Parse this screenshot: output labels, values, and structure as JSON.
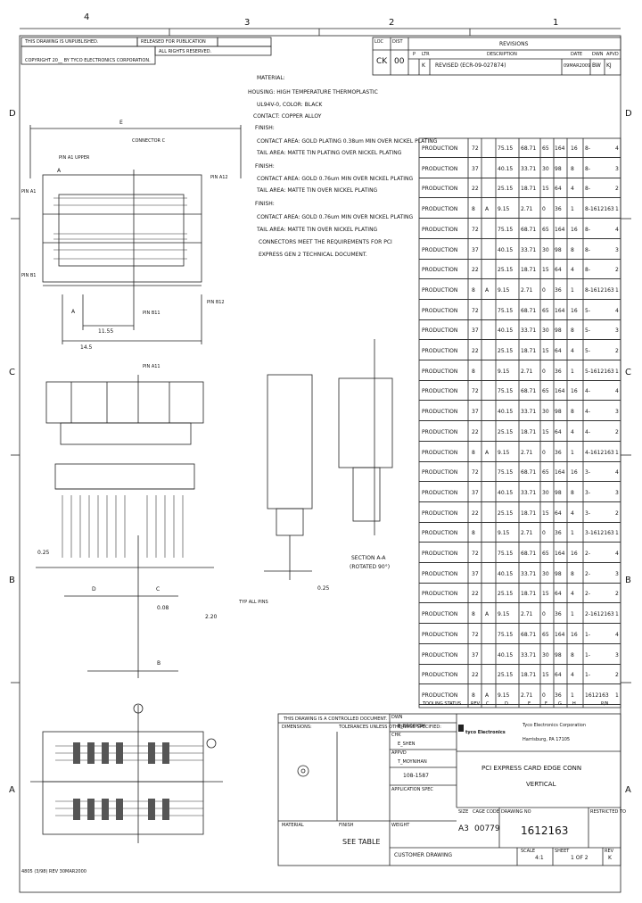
{
  "zones_top": [
    "4",
    "3",
    "2",
    "1"
  ],
  "zones_side": [
    "D",
    "C",
    "B",
    "A"
  ],
  "header": {
    "rights_text": "THIS DRAWING IS UNPUBLISHED.",
    "released_text": "RELEASED FOR PUBLICATION",
    "copyright_text": "COPYRIGHT 20__ BY TYCO ELECTRONICS CORPORATION.",
    "rights_reserved": "ALL RIGHTS RESERVED.",
    "rev_label": "REVISIONS",
    "loc": "LOC",
    "dist": "DIST",
    "loc_val": "CK",
    "dist_val": "00",
    "cols": [
      "P",
      "LTR",
      "DESCRIPTION",
      "DATE",
      "DWN",
      "APVD"
    ],
    "rev_letter": "K",
    "rev_desc": "REVISED (ECR-09-027874)",
    "rev_date": "09MAR2009",
    "rev_dwn": "BW",
    "rev_apvd": "KJ"
  },
  "notes": {
    "title": "MATERIAL:",
    "lines": [
      "HOUSING: HIGH TEMPERATURE THERMOPLASTIC",
      "UL94V-0, COLOR: BLACK",
      "CONTACT: COPPER ALLOY",
      "FINISH:",
      "CONTACT AREA: GOLD PLATING 0.38um MIN OVER NICKEL PLATING",
      "TAIL AREA: MATTE TIN PLATING OVER NICKEL PLATING",
      "FINISH:",
      "CONTACT AREA: GOLD 0.76um MIN OVER NICKEL PLATING",
      "TAIL AREA: MATTE TIN OVER NICKEL PLATING",
      "FINISH:",
      "CONTACT AREA: GOLD 0.76um MIN OVER NICKEL PLATING",
      "TAIL AREA: MATTE TIN OVER NICKEL PLATING",
      "CONNECTORS MEET THE REQUIREMENTS FOR PCI",
      "EXPRESS GEN 2 TECHNICAL DOCUMENT."
    ]
  },
  "view_labels": {
    "pin_a1_upper": "PIN A1 UPPER",
    "connector_c": "CONNECTOR C",
    "pin_a1": "PIN A1",
    "pin_b1": "PIN B1",
    "pin_b11": "PIN B11",
    "pin_a12": "PIN A12",
    "pin_b12": "PIN B12",
    "pin_a11": "PIN A11",
    "dim_e": "E",
    "dim_a": "A",
    "dim_1155": "11.55",
    "dim_145": "14.5",
    "section_label": "SECTION A-A",
    "rotated": "(ROTATED 90°)",
    "typ_all": "TYP ALL PINS",
    "c_label": "C",
    "d_label": "D",
    "b_label": "B",
    "dim_025": "0.25",
    "dim_008": "0.08",
    "dim_220": "2.20"
  },
  "table": {
    "rows": [
      {
        "status": "PRODUCTION",
        "c": "72",
        "rev": "",
        "d1": "75.15",
        "d2": "68.71",
        "d3": "65",
        "d4": "164",
        "d5": "16",
        "pn": "8-",
        "suf": "4"
      },
      {
        "status": "PRODUCTION",
        "c": "37",
        "rev": "",
        "d1": "40.15",
        "d2": "33.71",
        "d3": "30",
        "d4": "98",
        "d5": "8",
        "pn": "8-",
        "suf": "3"
      },
      {
        "status": "PRODUCTION",
        "c": "22",
        "rev": "",
        "d1": "25.15",
        "d2": "18.71",
        "d3": "15",
        "d4": "64",
        "d5": "4",
        "pn": "8-",
        "suf": "2"
      },
      {
        "status": "PRODUCTION",
        "c": "8",
        "rev": "A",
        "d1": "9.15",
        "d2": "2.71",
        "d3": "0",
        "d4": "36",
        "d5": "1",
        "pn": "8-1612163",
        "suf": "1"
      },
      {
        "status": "PRODUCTION",
        "c": "72",
        "rev": "",
        "d1": "75.15",
        "d2": "68.71",
        "d3": "65",
        "d4": "164",
        "d5": "16",
        "pn": "8-",
        "suf": "4"
      },
      {
        "status": "PRODUCTION",
        "c": "37",
        "rev": "",
        "d1": "40.15",
        "d2": "33.71",
        "d3": "30",
        "d4": "98",
        "d5": "8",
        "pn": "8-",
        "suf": "3"
      },
      {
        "status": "PRODUCTION",
        "c": "22",
        "rev": "",
        "d1": "25.15",
        "d2": "18.71",
        "d3": "15",
        "d4": "64",
        "d5": "4",
        "pn": "8-",
        "suf": "2"
      },
      {
        "status": "PRODUCTION",
        "c": "8",
        "rev": "A",
        "d1": "9.15",
        "d2": "2.71",
        "d3": "0",
        "d4": "36",
        "d5": "1",
        "pn": "8-1612163",
        "suf": "1"
      },
      {
        "status": "PRODUCTION",
        "c": "72",
        "rev": "",
        "d1": "75.15",
        "d2": "68.71",
        "d3": "65",
        "d4": "164",
        "d5": "16",
        "pn": "5-",
        "suf": "4"
      },
      {
        "status": "PRODUCTION",
        "c": "37",
        "rev": "",
        "d1": "40.15",
        "d2": "33.71",
        "d3": "30",
        "d4": "98",
        "d5": "8",
        "pn": "5-",
        "suf": "3"
      },
      {
        "status": "PRODUCTION",
        "c": "22",
        "rev": "",
        "d1": "25.15",
        "d2": "18.71",
        "d3": "15",
        "d4": "64",
        "d5": "4",
        "pn": "5-",
        "suf": "2"
      },
      {
        "status": "PRODUCTION",
        "c": "8",
        "rev": "",
        "d1": "9.15",
        "d2": "2.71",
        "d3": "0",
        "d4": "36",
        "d5": "1",
        "pn": "5-1612163",
        "suf": "1"
      },
      {
        "status": "PRODUCTION",
        "c": "72",
        "rev": "",
        "d1": "75.15",
        "d2": "68.71",
        "d3": "65",
        "d4": "164",
        "d5": "16",
        "pn": "4-",
        "suf": "4"
      },
      {
        "status": "PRODUCTION",
        "c": "37",
        "rev": "",
        "d1": "40.15",
        "d2": "33.71",
        "d3": "30",
        "d4": "98",
        "d5": "8",
        "pn": "4-",
        "suf": "3"
      },
      {
        "status": "PRODUCTION",
        "c": "22",
        "rev": "",
        "d1": "25.15",
        "d2": "18.71",
        "d3": "15",
        "d4": "64",
        "d5": "4",
        "pn": "4-",
        "suf": "2"
      },
      {
        "status": "PRODUCTION",
        "c": "8",
        "rev": "A",
        "d1": "9.15",
        "d2": "2.71",
        "d3": "0",
        "d4": "36",
        "d5": "1",
        "pn": "4-1612163",
        "suf": "1"
      },
      {
        "status": "PRODUCTION",
        "c": "72",
        "rev": "",
        "d1": "75.15",
        "d2": "68.71",
        "d3": "65",
        "d4": "164",
        "d5": "16",
        "pn": "3-",
        "suf": "4"
      },
      {
        "status": "PRODUCTION",
        "c": "37",
        "rev": "",
        "d1": "40.15",
        "d2": "33.71",
        "d3": "30",
        "d4": "98",
        "d5": "8",
        "pn": "3-",
        "suf": "3"
      },
      {
        "status": "PRODUCTION",
        "c": "22",
        "rev": "",
        "d1": "25.15",
        "d2": "18.71",
        "d3": "15",
        "d4": "64",
        "d5": "4",
        "pn": "3-",
        "suf": "2"
      },
      {
        "status": "PRODUCTION",
        "c": "8",
        "rev": "",
        "d1": "9.15",
        "d2": "2.71",
        "d3": "0",
        "d4": "36",
        "d5": "1",
        "pn": "3-1612163",
        "suf": "1"
      },
      {
        "status": "PRODUCTION",
        "c": "72",
        "rev": "",
        "d1": "75.15",
        "d2": "68.71",
        "d3": "65",
        "d4": "164",
        "d5": "16",
        "pn": "2-",
        "suf": "4"
      },
      {
        "status": "PRODUCTION",
        "c": "37",
        "rev": "",
        "d1": "40.15",
        "d2": "33.71",
        "d3": "30",
        "d4": "98",
        "d5": "8",
        "pn": "2-",
        "suf": "3"
      },
      {
        "status": "PRODUCTION",
        "c": "22",
        "rev": "",
        "d1": "25.15",
        "d2": "18.71",
        "d3": "15",
        "d4": "64",
        "d5": "4",
        "pn": "2-",
        "suf": "2"
      },
      {
        "status": "PRODUCTION",
        "c": "8",
        "rev": "A",
        "d1": "9.15",
        "d2": "2.71",
        "d3": "0",
        "d4": "36",
        "d5": "1",
        "pn": "2-1612163",
        "suf": "1"
      },
      {
        "status": "PRODUCTION",
        "c": "72",
        "rev": "",
        "d1": "75.15",
        "d2": "68.71",
        "d3": "65",
        "d4": "164",
        "d5": "16",
        "pn": "1-",
        "suf": "4"
      },
      {
        "status": "PRODUCTION",
        "c": "37",
        "rev": "",
        "d1": "40.15",
        "d2": "33.71",
        "d3": "30",
        "d4": "98",
        "d5": "8",
        "pn": "1-",
        "suf": "3"
      },
      {
        "status": "PRODUCTION",
        "c": "22",
        "rev": "",
        "d1": "25.15",
        "d2": "18.71",
        "d3": "15",
        "d4": "64",
        "d5": "4",
        "pn": "1-",
        "suf": "2"
      },
      {
        "status": "PRODUCTION",
        "c": "8",
        "rev": "A",
        "d1": "9.15",
        "d2": "2.71",
        "d3": "0",
        "d4": "36",
        "d5": "1",
        "pn": "1612163",
        "suf": "1"
      }
    ],
    "footer": [
      "TOOLING STATUS",
      "REV",
      "C",
      "D",
      "E",
      "F",
      "G",
      "H",
      "P/N"
    ]
  },
  "title_block": {
    "controlled": "THIS DRAWING IS A CONTROLLED DOCUMENT.",
    "dwn_label": "DWN",
    "dwn_val": "B_BROOKSH",
    "chk_label": "CHK",
    "chk_val": "E_SHEN",
    "appvd_label": "APPVD",
    "appvd_val": "T_MOYNIHAN",
    "dims_label": "DIMENSIONS:",
    "tolerances_label": "TOLERANCES UNLESS OTHERWISE SPECIFIED:",
    "prod_spec": "108-1587",
    "application_spec": "APPLICATION SPEC",
    "weight": "WEIGHT",
    "material": "MATERIAL",
    "finish": "FINISH",
    "see_table": "SEE TABLE",
    "customer_drawing": "CUSTOMER DRAWING",
    "company": "Tyco Electronics Corporation",
    "city": "Harrisburg, PA 17105",
    "logo_text": "tyco Electronics",
    "title_line1": "PCI EXPRESS CARD EDGE CONN",
    "title_line2": "VERTICAL",
    "size_label": "SIZE",
    "cage_label": "CAGE CODE",
    "dwg_label": "DRAWING NO",
    "size_val": "A3",
    "cage_val": "00779",
    "dwg_no": "1612163",
    "rstr_label": "RESTRICTED TO",
    "scale_label": "SCALE",
    "scale_val": "4:1",
    "sheet_label": "SHEET",
    "sheet_val": "1 OF 2",
    "rev_label": "REV",
    "rev_val": "K",
    "bottom_code": "4805 (3/98) REV 30MAR2000"
  }
}
